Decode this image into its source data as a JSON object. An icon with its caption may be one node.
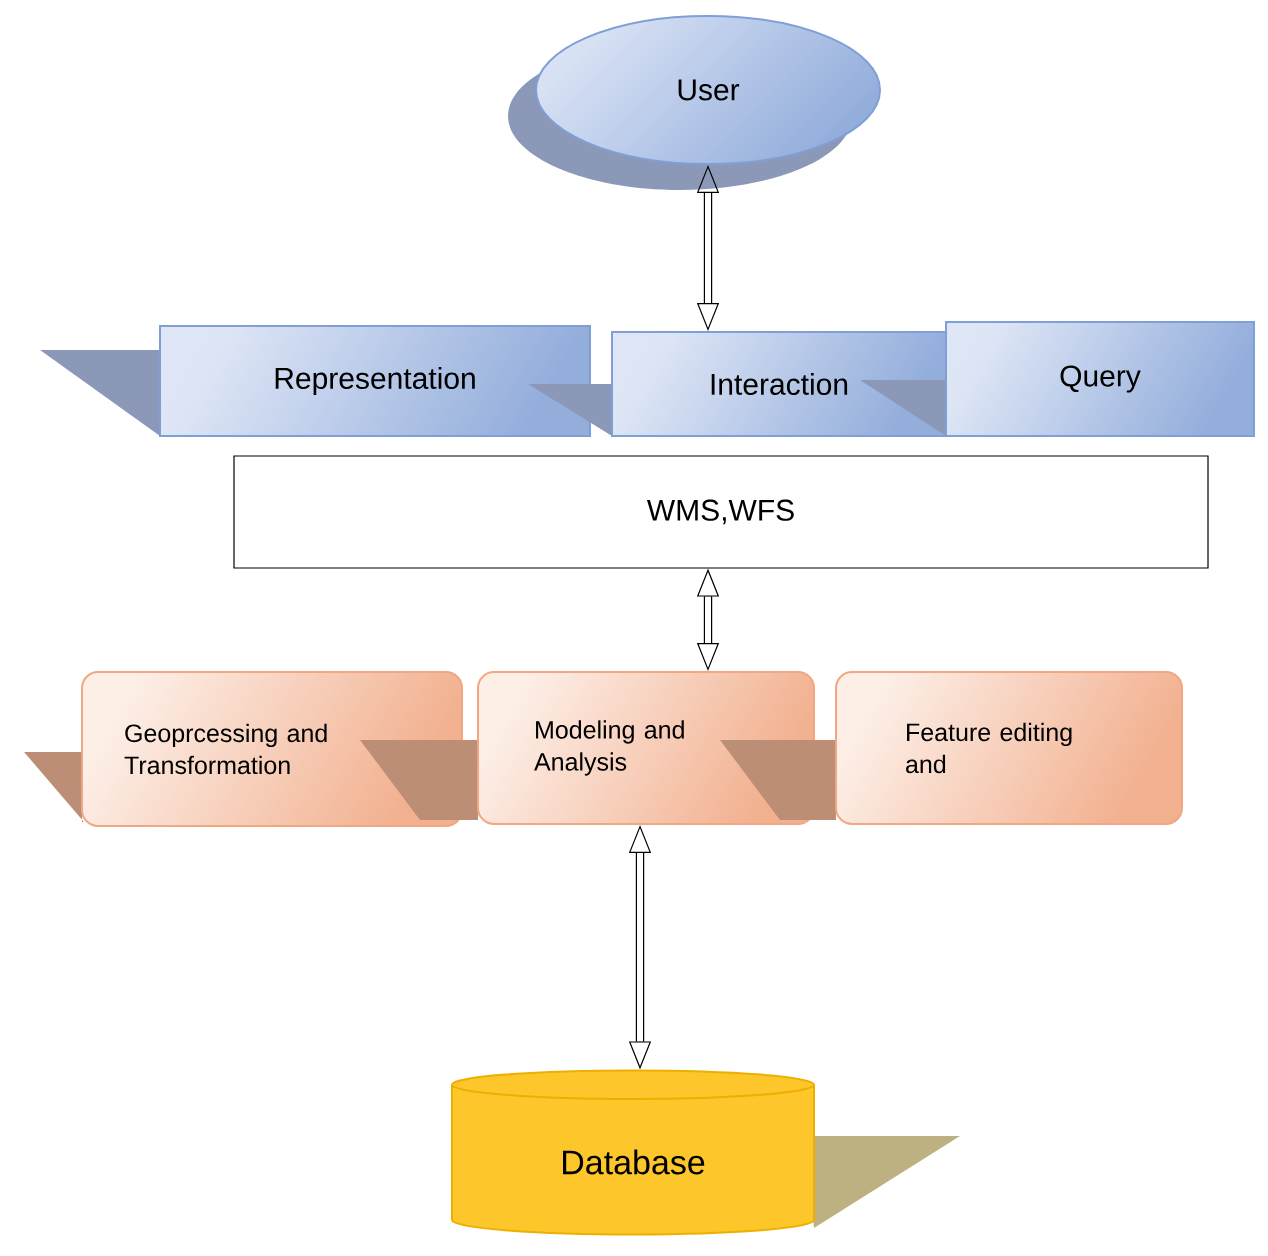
{
  "diagram": {
    "nodes": [
      {
        "text": [
          "User"
        ]
      },
      {
        "text": [
          "Representation"
        ]
      },
      {
        "text": [
          "Interaction"
        ]
      },
      {
        "text": [
          "Query"
        ]
      },
      {
        "text": [
          "WMS,WFS"
        ]
      },
      {
        "text": [
          "Geoprcessing and Transformation"
        ]
      },
      {
        "text": [
          "Modeling and Analysis"
        ]
      },
      {
        "text": [
          "Feature editing and"
        ]
      },
      {
        "text": [
          "Database"
        ]
      }
    ],
    "edges": [
      {
        "from": 0,
        "to": 2,
        "arrow": "both"
      },
      {
        "from": 4,
        "to": 6,
        "arrow": "both"
      },
      {
        "from": 6,
        "to": 8,
        "arrow": "both"
      }
    ]
  }
}
